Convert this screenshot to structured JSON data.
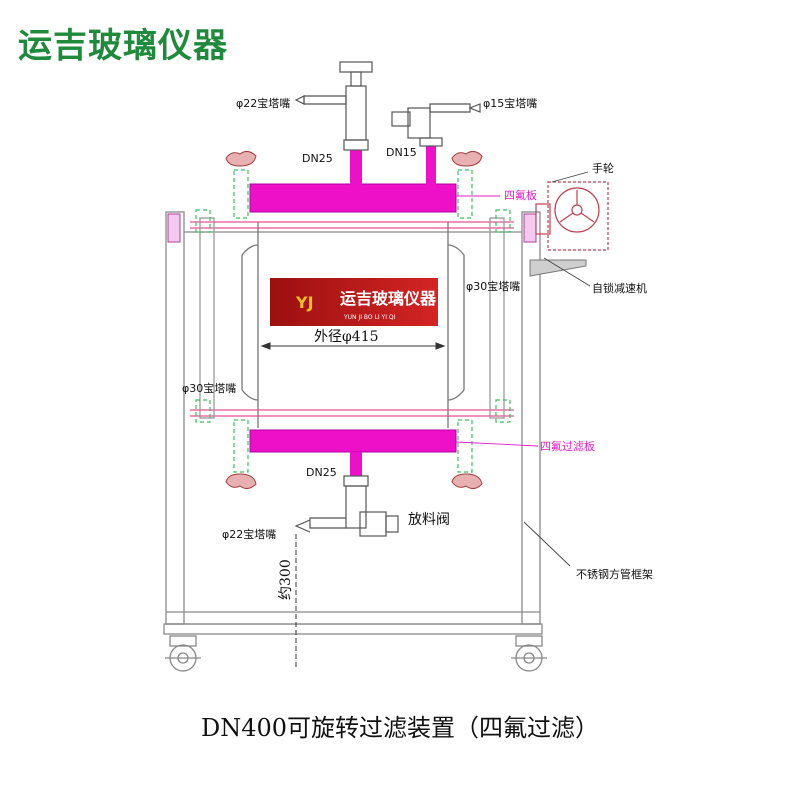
{
  "brand": "运吉玻璃仪器",
  "caption": "DN400可旋转过滤装置（四氟过滤）",
  "logo": {
    "text": "运吉玻璃仪器",
    "sub": "YUN JI BO LI YI QI",
    "mark": "YJ"
  },
  "labels": {
    "nozzle_22_top": "φ22宝塔嘴",
    "nozzle_15": "φ15宝塔嘴",
    "dn25_top": "DN25",
    "dn15": "DN15",
    "handwheel": "手轮",
    "ptfe_plate": "四氟板",
    "nozzle_30_right": "φ30宝塔嘴",
    "worm_gear": "自锁减速机",
    "outer_diameter": "外径φ415",
    "nozzle_30_left": "φ30宝塔嘴",
    "ptfe_filter_plate": "四氟过滤板",
    "dn25_bottom": "DN25",
    "discharge_valve": "放料阀",
    "nozzle_22_bottom": "φ22宝塔嘴",
    "frame": "不锈钢方管框架",
    "height_label": "约300"
  },
  "colors": {
    "brand": "#1f8a3c",
    "magenta": "#ee10c8",
    "outline": "#666666",
    "accent_pink": "#e020c0"
  }
}
